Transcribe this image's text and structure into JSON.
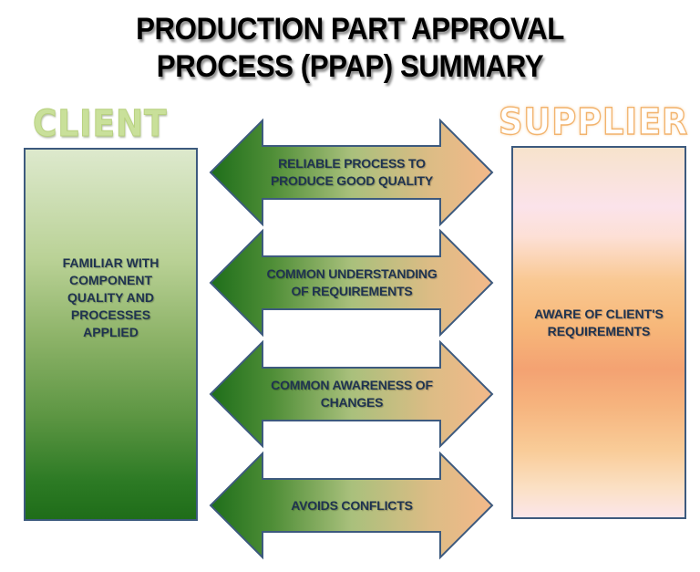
{
  "title": {
    "line1": "PRODUCTION PART APPROVAL",
    "line2": "PROCESS (PPAP) SUMMARY"
  },
  "client": {
    "label": "CLIENT",
    "description": "FAMILIAR WITH COMPONENT QUALITY AND PROCESSES APPLIED",
    "color": "#1f6d19",
    "label_color": "#c9e09a"
  },
  "supplier": {
    "label": "SUPPLIER",
    "description": "AWARE OF CLIENT'S REQUIREMENTS",
    "color": "#f4a272",
    "label_outline_color": "#f2b36d"
  },
  "arrows": [
    {
      "label": "RELIABLE PROCESS TO PRODUCE GOOD QUALITY"
    },
    {
      "label": "COMMON UNDERSTANDING OF REQUIREMENTS"
    },
    {
      "label": "COMMON AWARENESS OF CHANGES"
    },
    {
      "label": "AVOIDS CONFLICTS"
    }
  ],
  "arrow_gradient": {
    "left": "#1e6e1a",
    "middle": "#a9c07c",
    "right": "#f3b98a"
  },
  "text_color": "#1f3350",
  "outline_color": "#3d5a7e"
}
